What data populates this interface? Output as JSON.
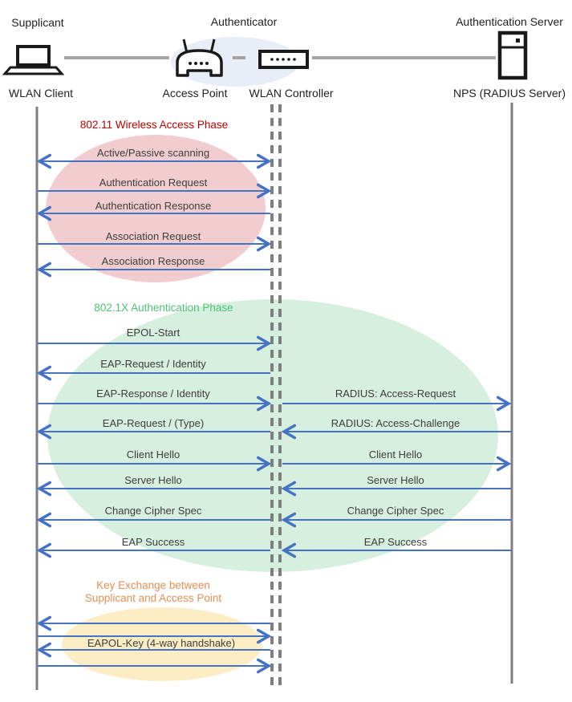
{
  "header": {
    "roles": [
      {
        "label": "Supplicant"
      },
      {
        "label": "Authenticator"
      },
      {
        "label": "Authentication Server"
      }
    ],
    "devices": [
      {
        "label": "WLAN Client",
        "icon": "laptop-icon"
      },
      {
        "label": "Access Point",
        "icon": "access-point-icon"
      },
      {
        "label": "WLAN Controller",
        "icon": "wlan-controller-icon"
      },
      {
        "label": "NPS (RADIUS Server)",
        "icon": "server-icon"
      }
    ]
  },
  "phases": [
    {
      "title": "802.11 Wireless Access Phase",
      "title_color": "#C00000",
      "ellipse_color": "#F2CDCF"
    },
    {
      "title": "802.1X Authentication Phase",
      "title_color": "#4EC273",
      "ellipse_color": "#D7EFDF"
    },
    {
      "title": "Key Exchange between Supplicant and Access Point",
      "title_lines": [
        "Key Exchange between",
        "Supplicant and Access Point"
      ],
      "title_color": "#E78F55",
      "ellipse_color": "#FCEDC4"
    }
  ],
  "messages": {
    "client_controller": [
      {
        "label": "Active/Passive scanning",
        "direction": "both"
      },
      {
        "label": "Authentication Request",
        "direction": "right"
      },
      {
        "label": "Authentication Response",
        "direction": "left"
      },
      {
        "label": "Association Request",
        "direction": "right"
      },
      {
        "label": "Association Response",
        "direction": "left"
      },
      {
        "label": "EPOL-Start",
        "direction": "right"
      },
      {
        "label": "EAP-Request / Identity",
        "direction": "left"
      },
      {
        "label": "EAP-Response / Identity",
        "direction": "right"
      },
      {
        "label": "EAP-Request / (Type)",
        "direction": "left"
      },
      {
        "label": "Client Hello",
        "direction": "right"
      },
      {
        "label": "Server Hello",
        "direction": "left"
      },
      {
        "label": "Change Cipher Spec",
        "direction": "left"
      },
      {
        "label": "EAP Success",
        "direction": "left"
      },
      {
        "label": "",
        "direction": "left"
      },
      {
        "label": "",
        "direction": "right"
      },
      {
        "label": "EAPOL-Key (4-way handshake)",
        "direction": "left"
      },
      {
        "label": "",
        "direction": "right"
      }
    ],
    "controller_server": [
      {
        "label": "RADIUS: Access-Request",
        "direction": "right"
      },
      {
        "label": "RADIUS: Access-Challenge",
        "direction": "left"
      },
      {
        "label": "Client Hello",
        "direction": "right"
      },
      {
        "label": "Server Hello",
        "direction": "left"
      },
      {
        "label": "Change Cipher Spec",
        "direction": "left"
      },
      {
        "label": "EAP Success",
        "direction": "left"
      }
    ]
  },
  "colors": {
    "arrow": "#4472C4",
    "lifeline": "#7F7F7F",
    "connector": "#A6A6A6",
    "icon_stroke": "#1A1A1A",
    "authenticator_ellipse": "#E9EDF7",
    "message_text": "#3D3D3D"
  }
}
